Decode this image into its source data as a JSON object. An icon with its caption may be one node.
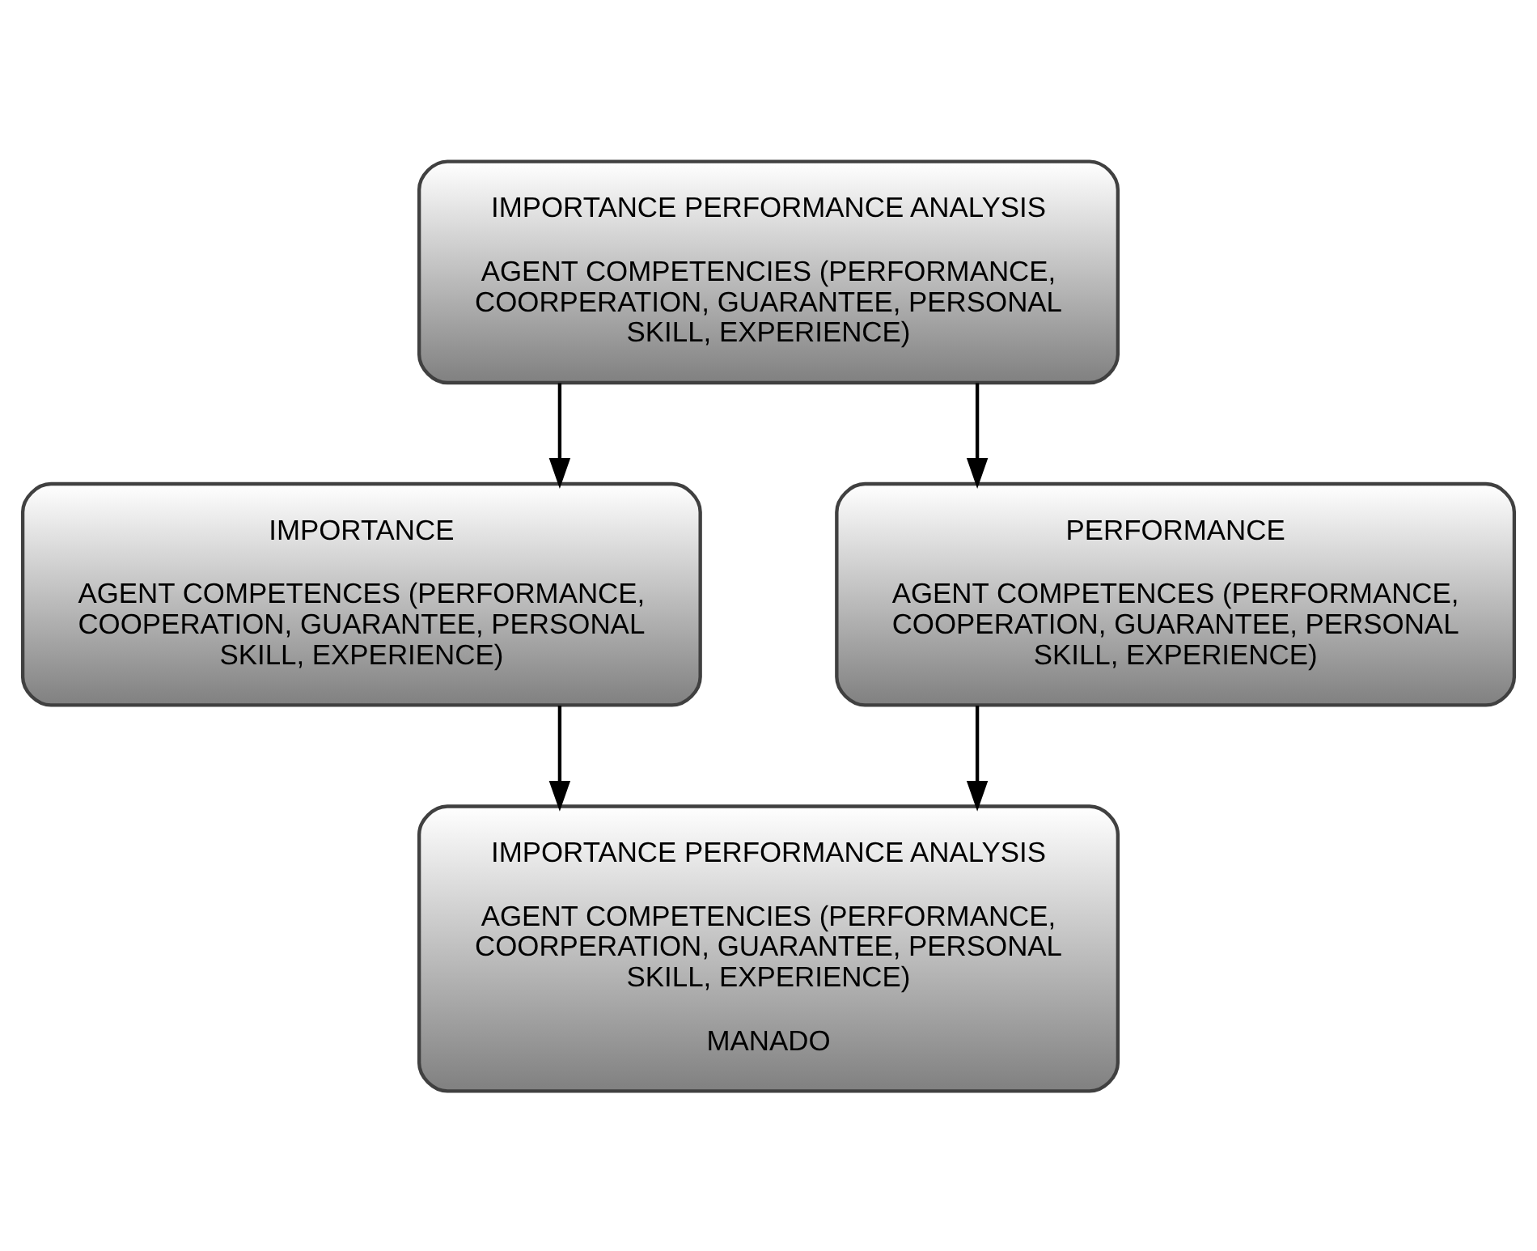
{
  "diagram": {
    "nodes": [
      {
        "text": [
          "IMPORTANCE PERFORMANCE ANALYSIS",
          "AGENT COMPETENCIES (PERFORMANCE, COORPERATION, GUARANTEE, PERSONAL SKILL, EXPERIENCE)"
        ]
      },
      {
        "text": [
          "IMPORTANCE",
          "AGENT COMPETENCES (PERFORMANCE, COOPERATION, GUARANTEE, PERSONAL SKILL, EXPERIENCE)"
        ]
      },
      {
        "text": [
          "PERFORMANCE",
          "AGENT COMPETENCES (PERFORMANCE, COOPERATION, GUARANTEE, PERSONAL SKILL, EXPERIENCE)"
        ]
      },
      {
        "text": [
          "IMPORTANCE PERFORMANCE ANALYSIS",
          "AGENT COMPETENCIES (PERFORMANCE, COORPERATION, GUARANTEE, PERSONAL SKILL, EXPERIENCE)",
          "MANADO"
        ]
      }
    ],
    "edges": [
      {
        "from": 0,
        "to": 1,
        "arrow": "to"
      },
      {
        "from": 0,
        "to": 2,
        "arrow": "to"
      },
      {
        "from": 1,
        "to": 3,
        "arrow": "to"
      },
      {
        "from": 2,
        "to": 3,
        "arrow": "to"
      }
    ]
  }
}
